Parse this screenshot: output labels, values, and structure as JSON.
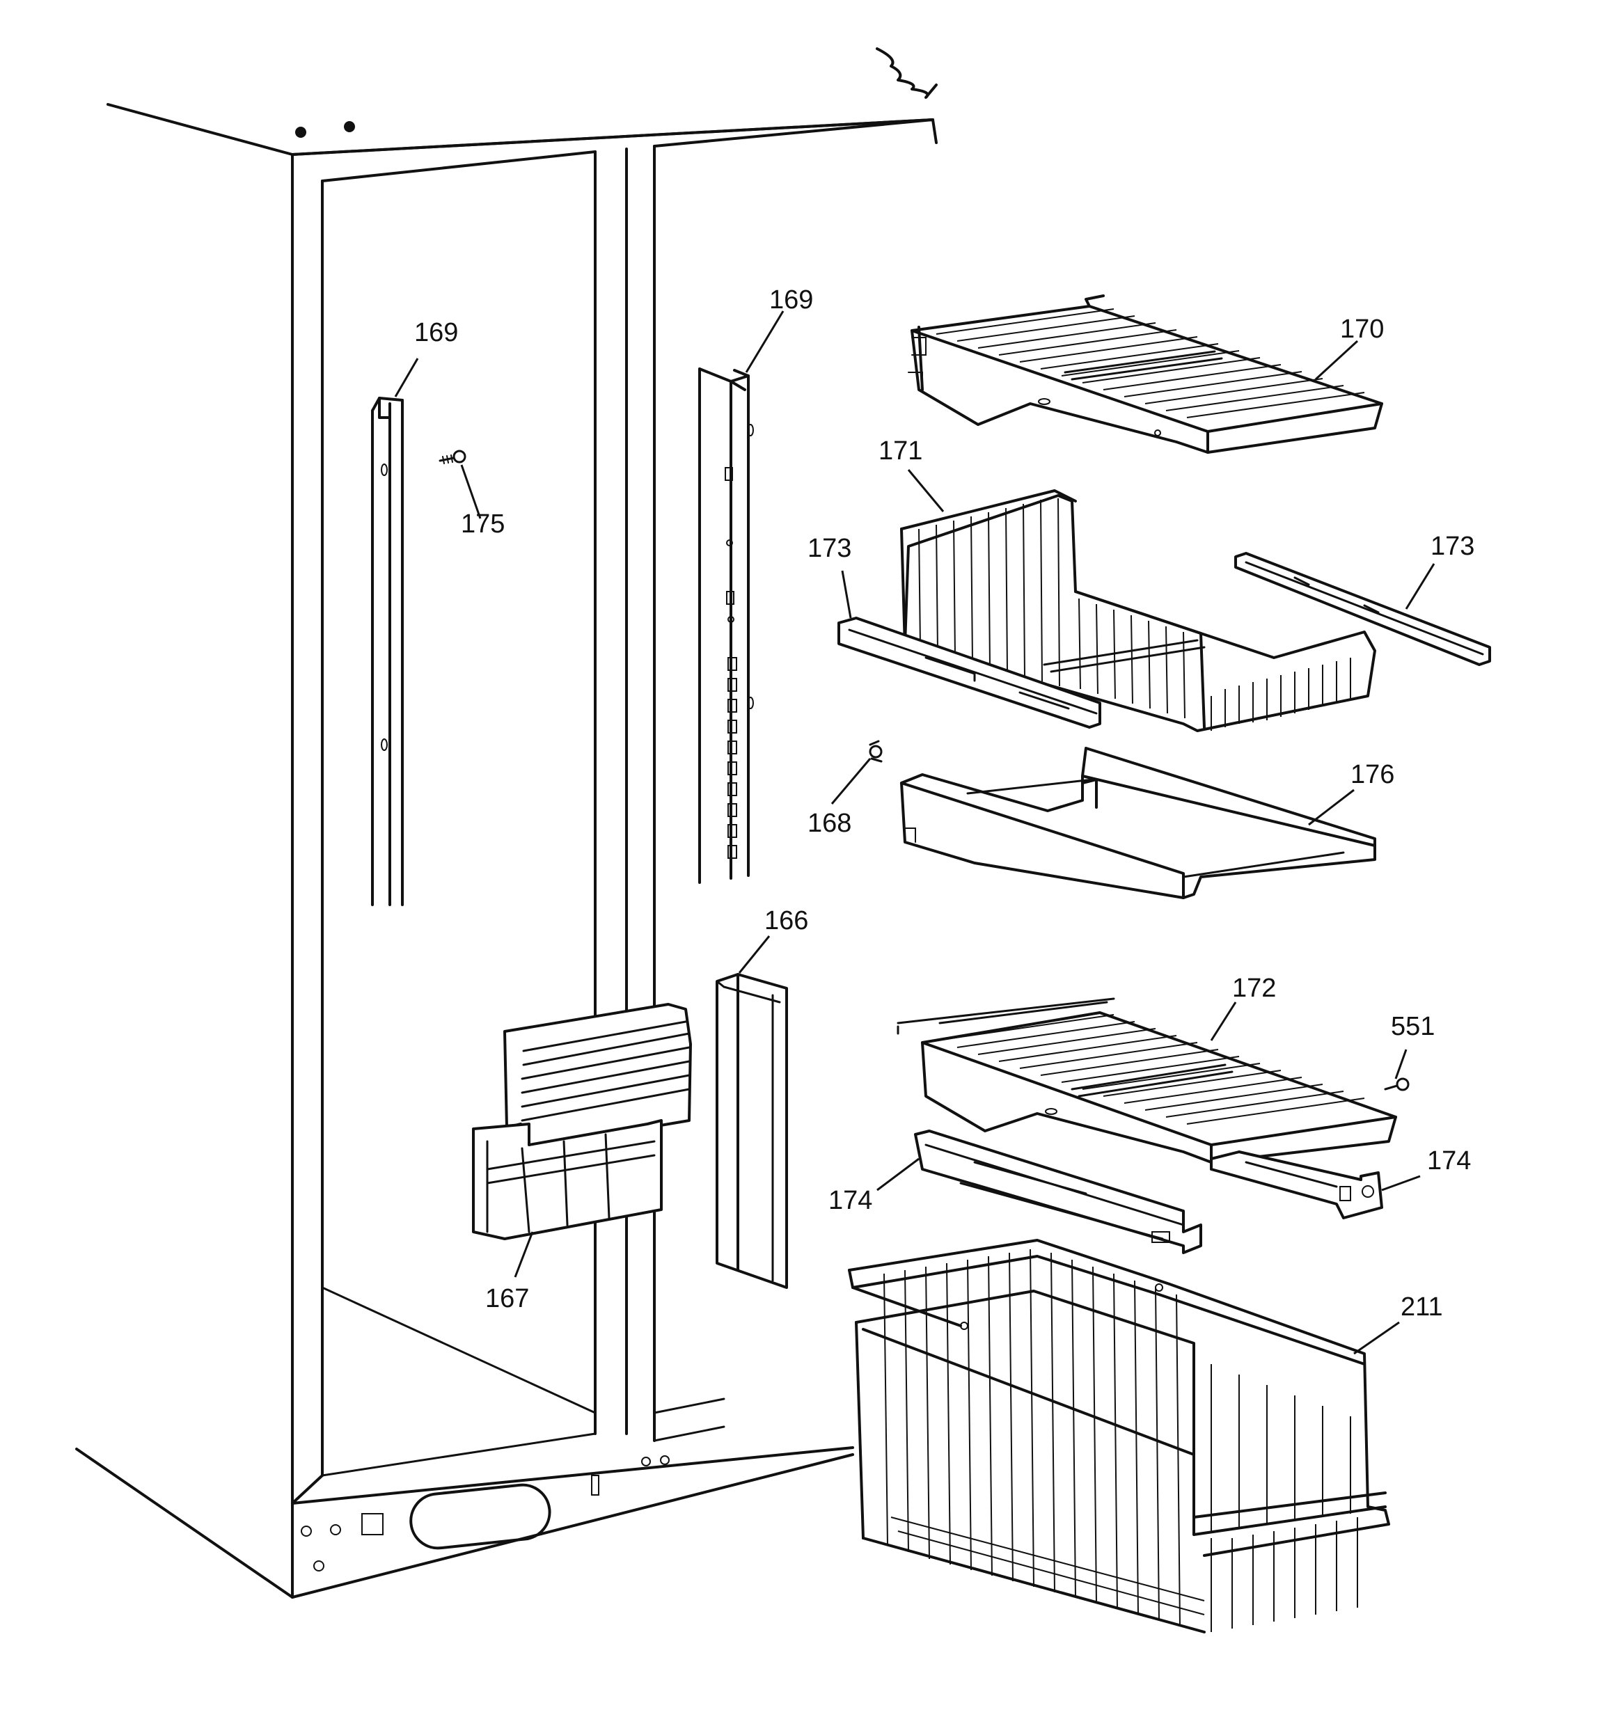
{
  "diagram": {
    "callouts": [
      {
        "id": "c169a",
        "text": "169"
      },
      {
        "id": "c169b",
        "text": "169"
      },
      {
        "id": "c170",
        "text": "170"
      },
      {
        "id": "c171",
        "text": "171"
      },
      {
        "id": "c173a",
        "text": "173"
      },
      {
        "id": "c173b",
        "text": "173"
      },
      {
        "id": "c175",
        "text": "175"
      },
      {
        "id": "c168",
        "text": "168"
      },
      {
        "id": "c176",
        "text": "176"
      },
      {
        "id": "c166",
        "text": "166"
      },
      {
        "id": "c172",
        "text": "172"
      },
      {
        "id": "c551",
        "text": "551"
      },
      {
        "id": "c174a",
        "text": "174"
      },
      {
        "id": "c174b",
        "text": "174"
      },
      {
        "id": "c167",
        "text": "167"
      },
      {
        "id": "c211",
        "text": "211"
      }
    ]
  }
}
